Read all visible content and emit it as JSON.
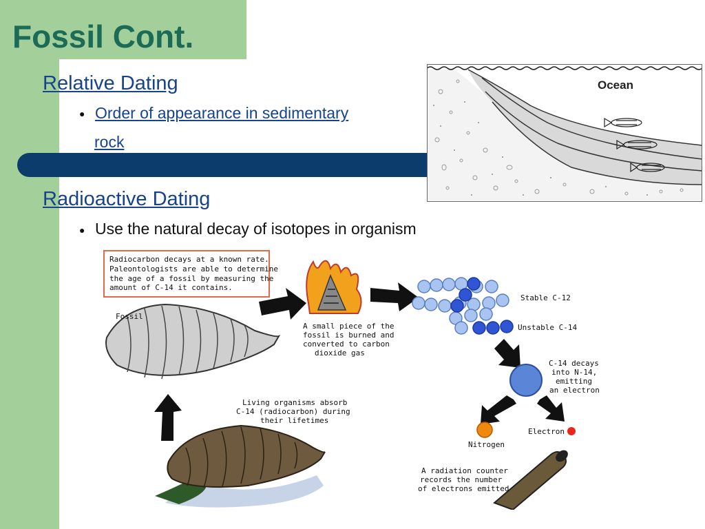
{
  "slide": {
    "title": "Fossil Cont.",
    "section1": {
      "heading": "Relative Dating",
      "bullet_line1": "Order of appearance in sedimentary",
      "bullet_line2": "rock"
    },
    "section2": {
      "heading": "Radioactive Dating",
      "bullet": "Use the natural decay of isotopes in organism"
    }
  },
  "strata_figure": {
    "label": "Ocean"
  },
  "c14_figure": {
    "intro_text": [
      "Radiocarbon decays at a known rate.",
      "Paleontologists are able to determine",
      "the age of a fossil by measuring the",
      "amount of C-14 it contains."
    ],
    "fossil_label": "Fossil",
    "burn_caption": [
      "A small piece of the",
      "fossil is burned and",
      "converted to carbon",
      "dioxide gas"
    ],
    "stable_label": "Stable C-12",
    "unstable_label": "Unstable C-14",
    "decay_caption": [
      "C-14 decays",
      "into N-14,",
      "emitting",
      "an electron"
    ],
    "nitrogen_label": "Nitrogen",
    "electron_label": "Electron",
    "living_caption": [
      "Living organisms absorb",
      "C-14 (radiocarbon) during",
      "their lifetimes"
    ],
    "counter_caption": [
      "A radiation counter",
      "records the number",
      "of electrons emitted"
    ]
  },
  "colors": {
    "title": "#1b6b57",
    "heading": "#17428c",
    "band": "#0c3c6b",
    "sidebar": "#a3d09a"
  }
}
